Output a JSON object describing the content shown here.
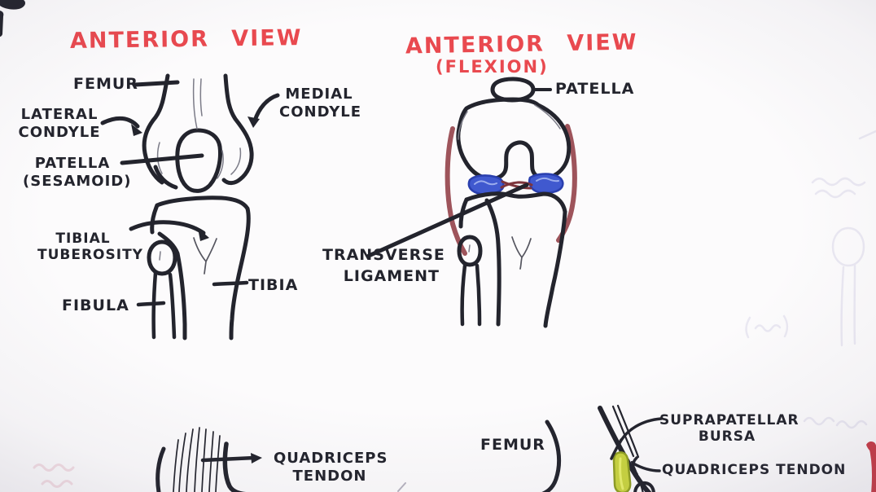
{
  "colors": {
    "title_red": "#e9494f",
    "ink": "#23242d",
    "ligament_maroon": "#96454d",
    "meniscus_blue": "#4059cf",
    "bursa_green": "#c9d43f"
  },
  "anterior_view": {
    "title": "ANTERIOR VIEW",
    "labels": {
      "femur": "FEMUR",
      "lateral_condyle": "LATERAL\nCONDYLE",
      "medial_condyle": "MEDIAL\nCONDYLE",
      "patella": "PATELLA\n(SESAMOID)",
      "tibial_tuberosity": "TIBIAL\nTUBEROSITY",
      "fibula": "FIBULA",
      "tibia": "TIBIA"
    }
  },
  "flexion_view": {
    "title": "ANTERIOR VIEW",
    "subtitle": "(FLEXION)",
    "labels": {
      "patella": "PATELLA",
      "transverse_ligament": "TRANSVERSE\nLIGAMENT"
    }
  },
  "lower_section": {
    "labels": {
      "quadriceps_tendon": "QUADRICEPS\nTENDON",
      "femur": "FEMUR",
      "suprapatellar_bursa": "SUPRAPATELLAR\nBURSA",
      "quadriceps_tendon_right": "QUADRICEPS TENDON"
    }
  }
}
